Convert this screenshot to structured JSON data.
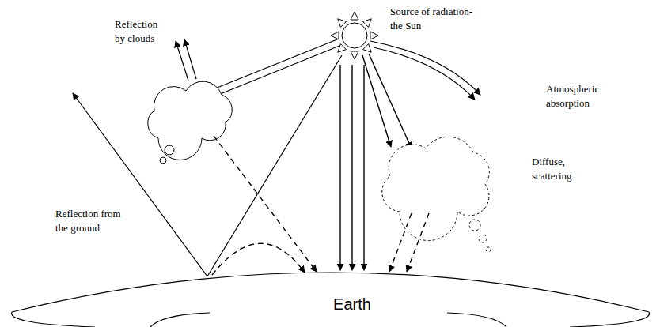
{
  "diagram": {
    "nodes": [
      {
        "text": [
          "Earth"
        ]
      }
    ],
    "labels": [
      "Source of radiation- the Sun",
      "Reflection by clouds",
      "Atmospheric absorption",
      "Diffuse, scattering",
      "Reflection from the ground"
    ]
  }
}
